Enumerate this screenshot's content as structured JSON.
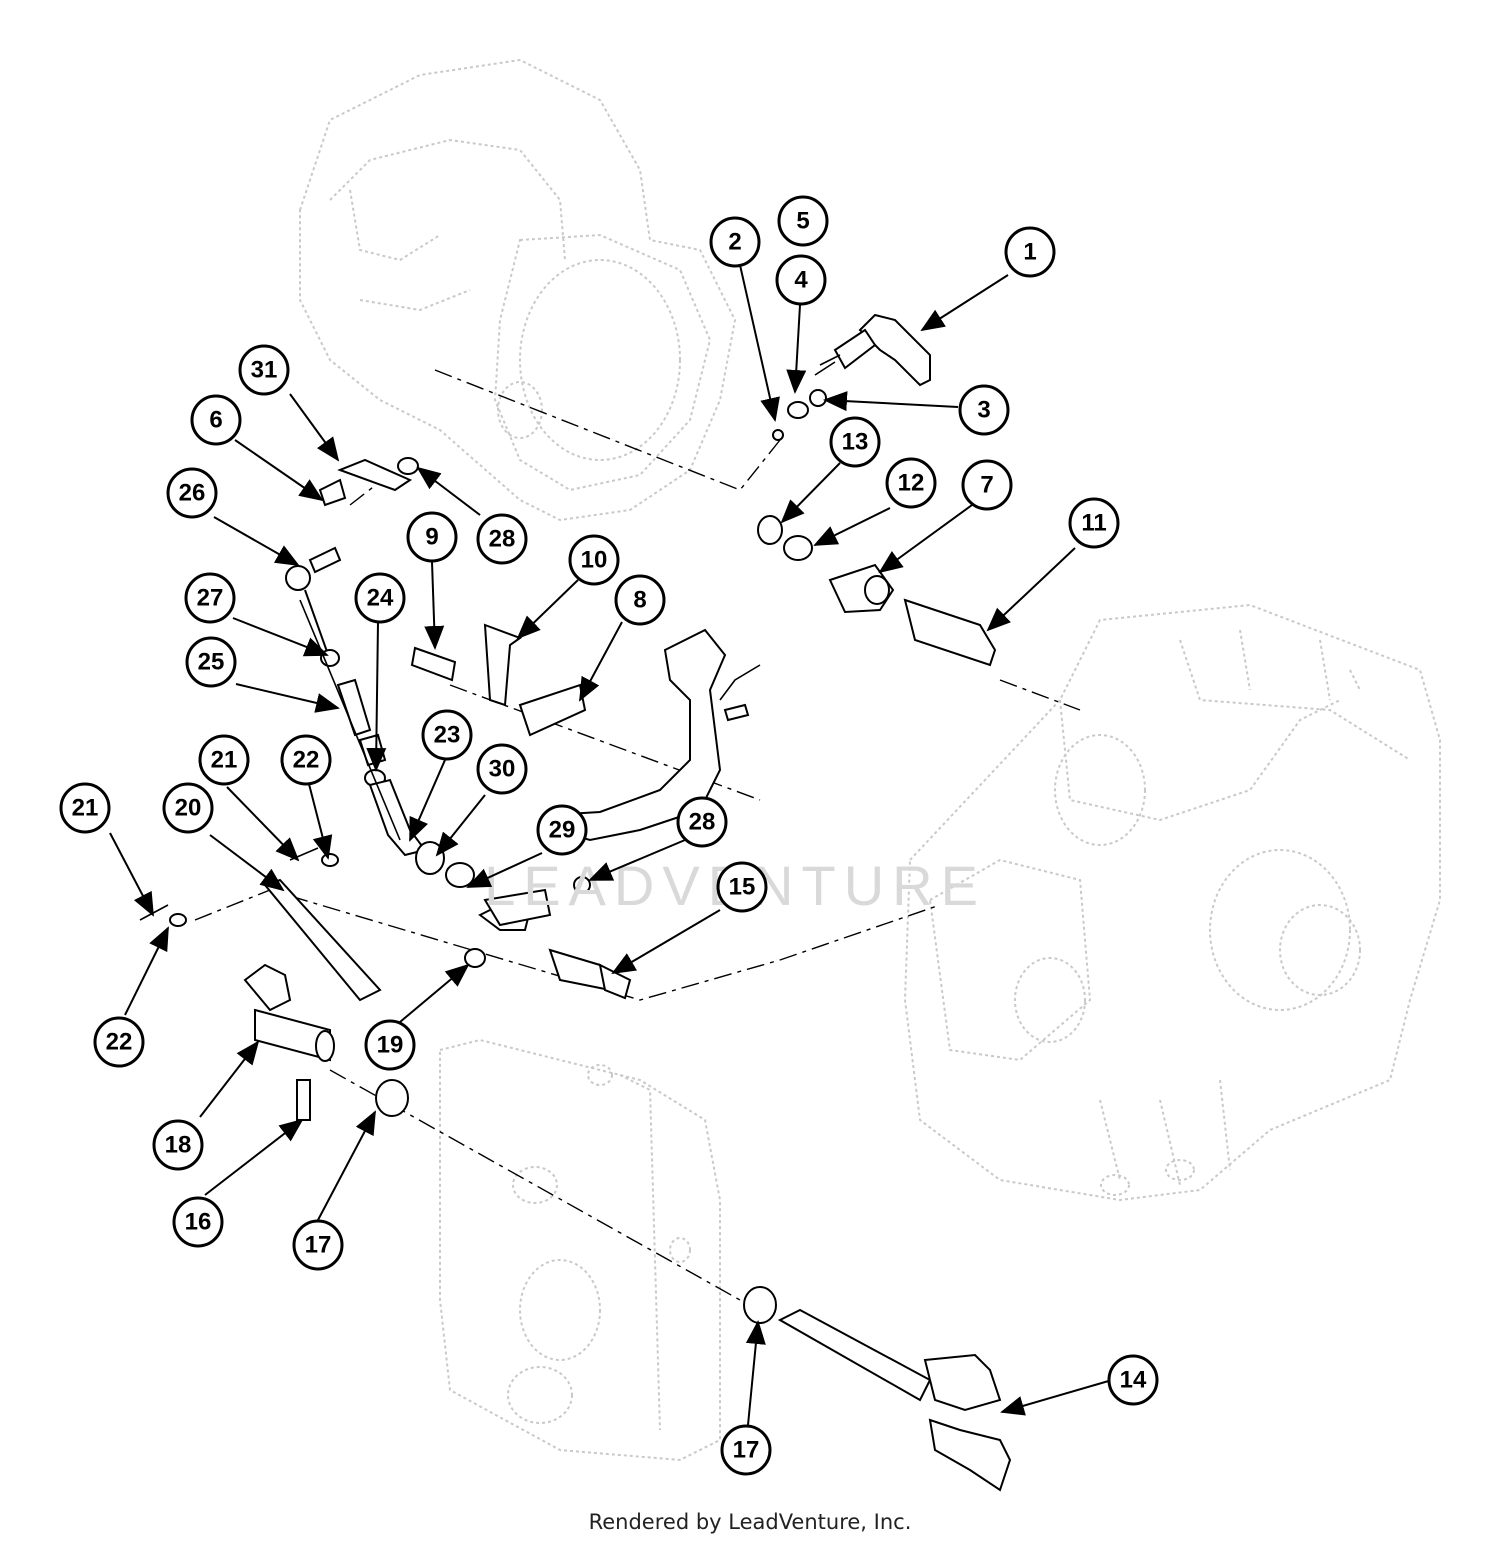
{
  "watermark": "LEADVENTURE",
  "footer": "Rendered by LeadVenture, Inc.",
  "callouts": [
    "1",
    "2",
    "3",
    "4",
    "5",
    "6",
    "7",
    "8",
    "9",
    "10",
    "11",
    "12",
    "13",
    "14",
    "15",
    "16",
    "17",
    "17",
    "18",
    "19",
    "20",
    "21",
    "21",
    "22",
    "22",
    "23",
    "24",
    "25",
    "26",
    "27",
    "28",
    "28",
    "29",
    "30",
    "31"
  ]
}
